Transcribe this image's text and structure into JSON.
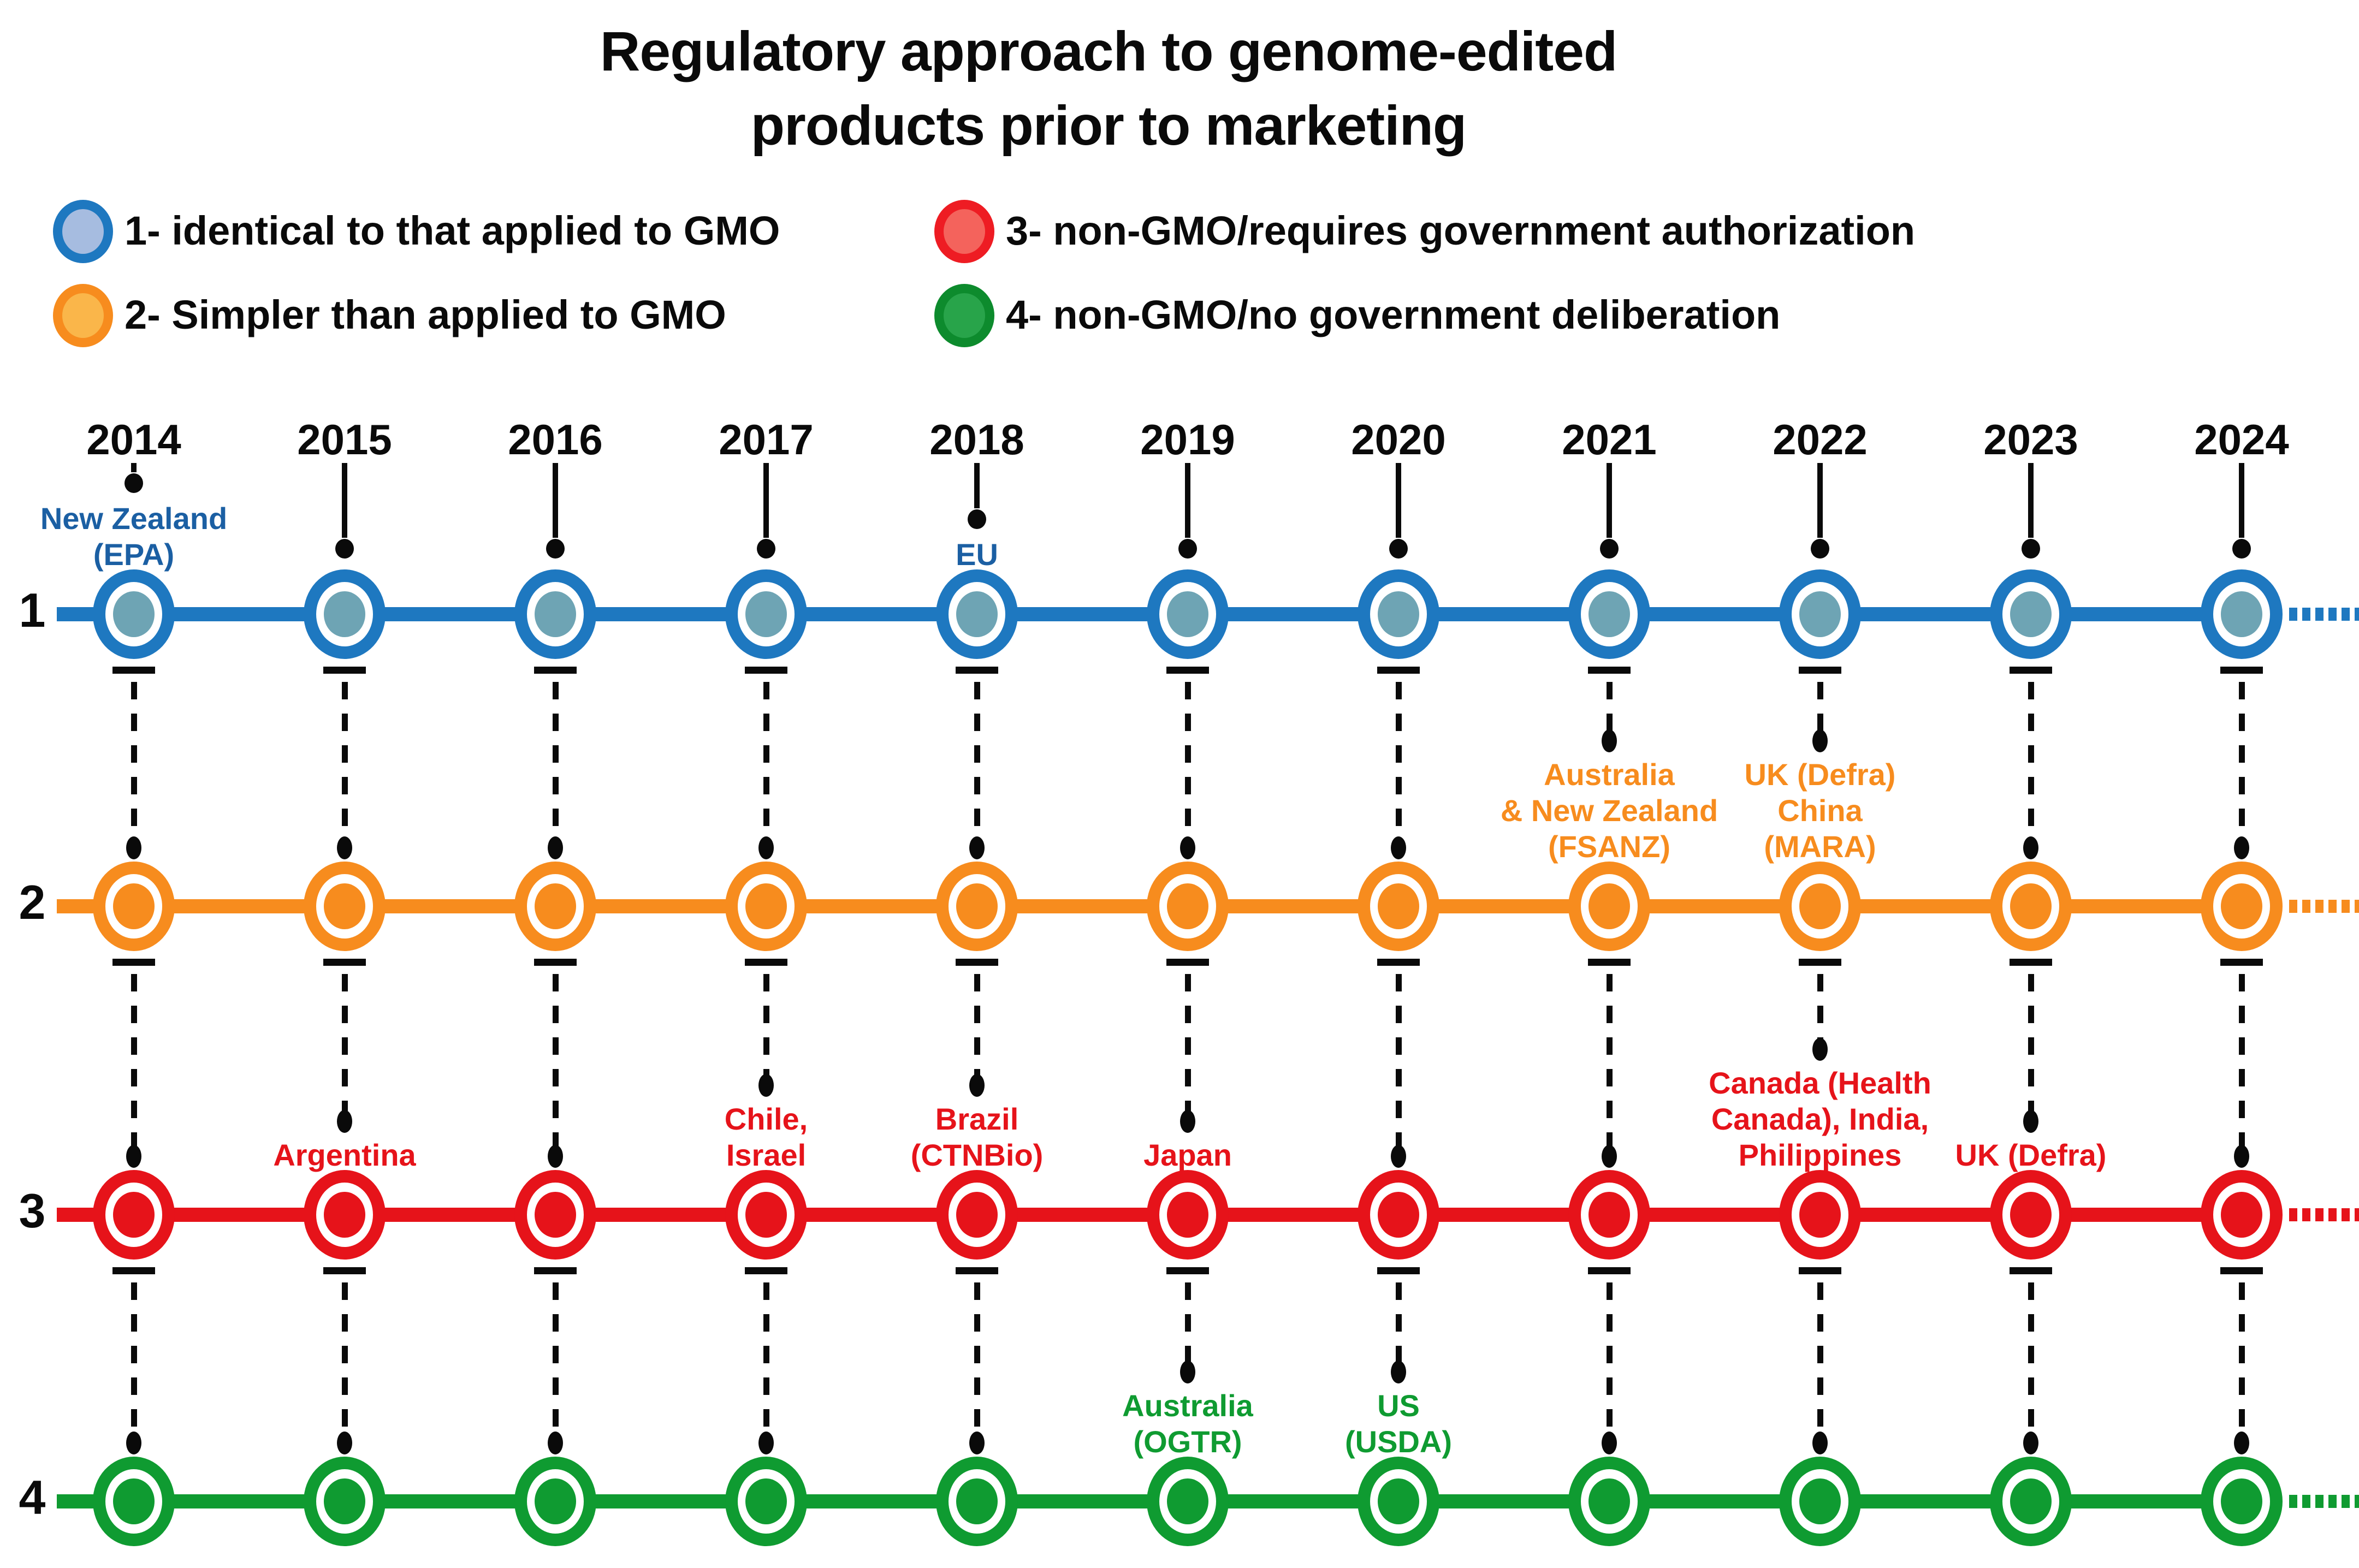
{
  "title": {
    "line1": "Regulatory approach to genome-edited",
    "line2": "products prior to marketing"
  },
  "legend": [
    {
      "label": "1- identical to that applied to GMO",
      "ring": "#1e78c0",
      "fill": "#a6bce0"
    },
    {
      "label": "2- Simpler than applied to GMO",
      "ring": "#f78c1e",
      "fill": "#fab64a"
    },
    {
      "label": "3- non-GMO/requires government authorization",
      "ring": "#ee1c23",
      "fill": "#f4635c"
    },
    {
      "label": "4- non-GMO/no government deliberation",
      "ring": "#0d8b2d",
      "fill": "#28a44a"
    }
  ],
  "years": [
    "2014",
    "2015",
    "2016",
    "2017",
    "2018",
    "2019",
    "2020",
    "2021",
    "2022",
    "2023",
    "2024"
  ],
  "rows": [
    {
      "number": "1",
      "color": "#1e78c0",
      "inner": "#6ea4b4",
      "label_color": "#1b5fa3",
      "annotations": [
        {
          "year": "2014",
          "lines": [
            "New Zealand",
            "(EPA)"
          ]
        },
        {
          "year": "2018",
          "lines": [
            "EU"
          ]
        }
      ]
    },
    {
      "number": "2",
      "color": "#f78c1e",
      "inner": "#f78c1e",
      "label_color": "#f78c1e",
      "annotations": [
        {
          "year": "2021",
          "lines": [
            "Australia",
            "& New Zealand",
            "(FSANZ)"
          ]
        },
        {
          "year": "2022",
          "lines": [
            "UK (Defra)",
            "China",
            "(MARA)"
          ]
        }
      ]
    },
    {
      "number": "3",
      "color": "#e6131a",
      "inner": "#e6131a",
      "label_color": "#e6131a",
      "annotations": [
        {
          "year": "2015",
          "lines": [
            "Argentina"
          ]
        },
        {
          "year": "2017",
          "lines": [
            "Chile,",
            "Israel"
          ]
        },
        {
          "year": "2018",
          "lines": [
            "Brazil",
            "(CTNBio)"
          ]
        },
        {
          "year": "2019",
          "lines": [
            "Japan"
          ]
        },
        {
          "year": "2022",
          "lines": [
            "Canada (Health",
            "Canada), India,",
            "Philippines"
          ]
        },
        {
          "year": "2023",
          "lines": [
            "UK (Defra)"
          ]
        }
      ]
    },
    {
      "number": "4",
      "color": "#0f9b31",
      "inner": "#0f9b31",
      "label_color": "#0f9b31",
      "annotations": [
        {
          "year": "2019",
          "lines": [
            "Australia",
            "(OGTR)"
          ]
        },
        {
          "year": "2020",
          "lines": [
            "US",
            "(USDA)"
          ]
        }
      ]
    }
  ]
}
